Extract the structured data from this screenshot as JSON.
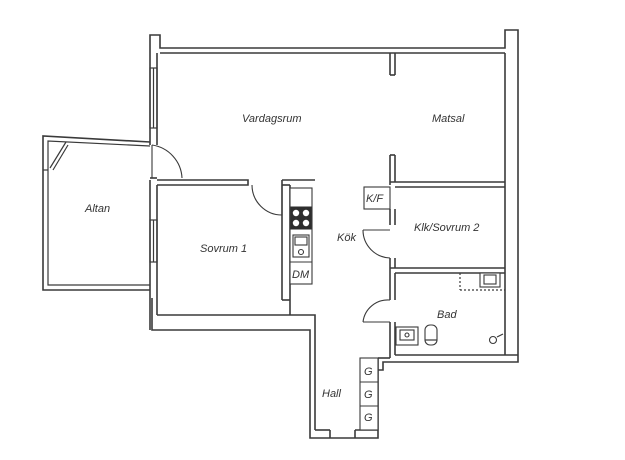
{
  "rooms": {
    "vardagsrum": "Vardagsrum",
    "matsal": "Matsal",
    "altan": "Altan",
    "sovrum1": "Sovrum 1",
    "kok": "Kök",
    "klk_sovrum2": "Klk/Sovrum 2",
    "bad": "Bad",
    "hall": "Hall"
  },
  "fixtures": {
    "kf": "K/F",
    "dm": "DM",
    "wardrobe_1": "G",
    "wardrobe_2": "G",
    "wardrobe_3": "G"
  }
}
